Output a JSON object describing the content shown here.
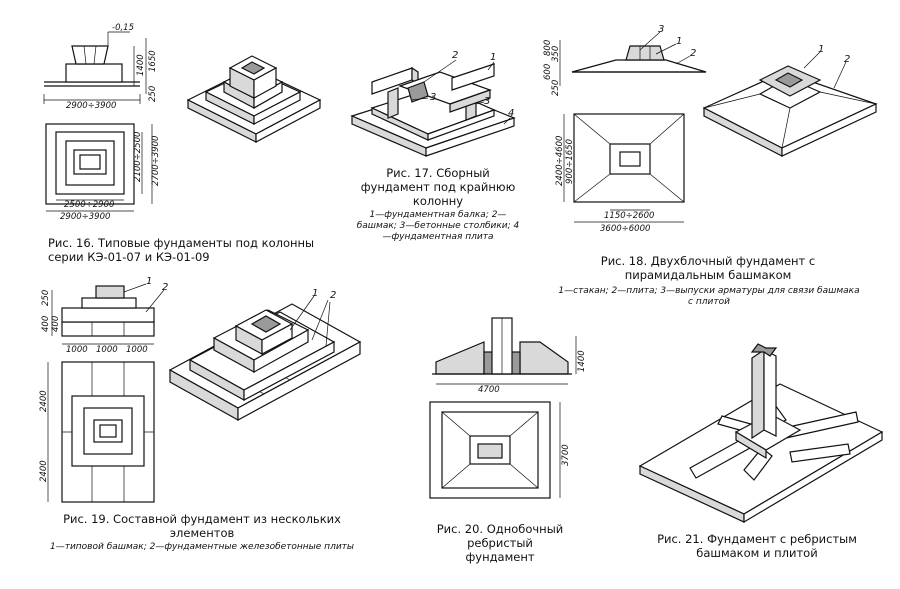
{
  "figures": {
    "fig16": {
      "caption": "Рис. 16. Типовые фундаменты под колонны серии КЭ-01-07 и КЭ-01-09",
      "dims": {
        "elev": "-0,15",
        "h1": "1400",
        "h2": "1650",
        "h3": "250",
        "w_side": "2900÷3900",
        "v_in": "2100÷2500",
        "v_out": "2700÷3900",
        "w_in": "2500÷2900",
        "w_out": "2900÷3900"
      }
    },
    "fig17": {
      "caption": "Рис. 17. Сборный фундамент под крайнюю колонну",
      "legend": "1—фундаментная балка; 2—башмак; 3—бетонные столбики; 4—фундаментная плита",
      "labels": [
        "1",
        "2",
        "3",
        "4"
      ]
    },
    "fig18": {
      "caption": "Рис. 18. Двухблочный фундамент с пирамидальным башмаком",
      "legend": "1—стакан; 2—плита; 3—выпуски арматуры для связи башмака с плитой",
      "labels": [
        "1",
        "2",
        "3"
      ],
      "dims": {
        "h_top": "350",
        "h_a": "800",
        "h_b": "600",
        "h_c": "250",
        "v_out": "2400÷4600",
        "v_in": "900÷1650",
        "w_in": "1150÷2600",
        "w_out": "3600÷6000"
      }
    },
    "fig19": {
      "caption": "Рис. 19. Составной фундамент из нескольких элементов",
      "legend": "1—типовой башмак; 2—фундаментные железобетонные плиты",
      "labels": [
        "1",
        "2"
      ],
      "dims": {
        "h_top": "250",
        "h1": "400",
        "h2": "400",
        "seg1": "1000",
        "seg2": "1000",
        "seg3": "1000",
        "v1": "2400",
        "v2": "2400"
      }
    },
    "fig20": {
      "caption": "Рис. 20. Однобочный ребристый фундамент",
      "dims": {
        "h": "1400",
        "w": "4700",
        "v": "3700"
      }
    },
    "fig21": {
      "caption": "Рис. 21. Фундамент с ребристым башмаком и плитой"
    }
  }
}
